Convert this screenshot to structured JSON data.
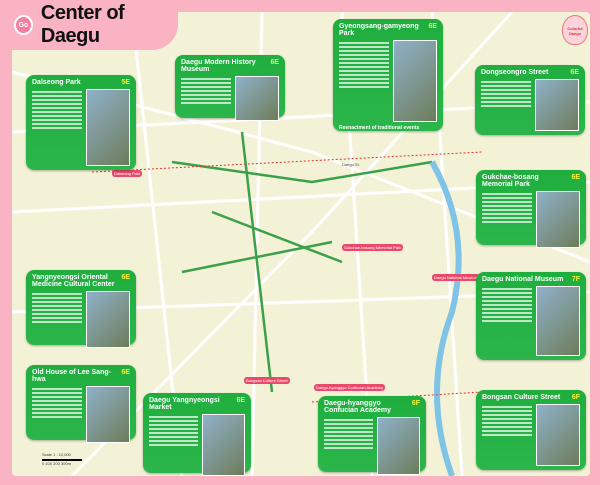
{
  "header": {
    "badge": "Go",
    "title": "Center of Daegu"
  },
  "balloon": "Colorful Daegu",
  "cards": [
    {
      "title": "Dalseong Park",
      "code": "5E"
    },
    {
      "title": "Daegu Modern History Museum",
      "code": "6E"
    },
    {
      "title": "Gyeongsang-gamyeong Park",
      "code": "6E",
      "subtitle": "Reenactment of traditional events"
    },
    {
      "title": "Dongseongro Street",
      "code": "6E"
    },
    {
      "title": "Gukchae-bosang Memorial Park",
      "code": "6E"
    },
    {
      "title": "Daegu National Museum",
      "code": "7F"
    },
    {
      "title": "Bongsan Culture Street",
      "code": "6F"
    },
    {
      "title": "Yangnyeongsi Oriental Medicine Cultural Center",
      "code": "6E"
    },
    {
      "title": "Old House of Lee Sang-hwa",
      "code": "6E"
    },
    {
      "title": "Daegu Yangnyeongsi Market",
      "code": "6E"
    },
    {
      "title": "Daegu-hyanggyo Confucian Academy",
      "code": "6F"
    }
  ],
  "map_labels": {
    "dalseong": "Dalseong Park",
    "gukchae": "Gukchae-bosang Memorial Park",
    "museum": "Daegu National Museum",
    "bongsan": "Bongsan Culture Street",
    "hyanggyo": "Daegu-hyanggyo Confucian Academy",
    "station": "Daegu St."
  },
  "scale": {
    "label": "Scale 1 : 12,000",
    "ticks": "0  100  200  300m"
  },
  "colors": {
    "background": "#f9b3c2",
    "card": "#22b043",
    "code": "#f6f03a",
    "map": "#f4f2d6"
  }
}
